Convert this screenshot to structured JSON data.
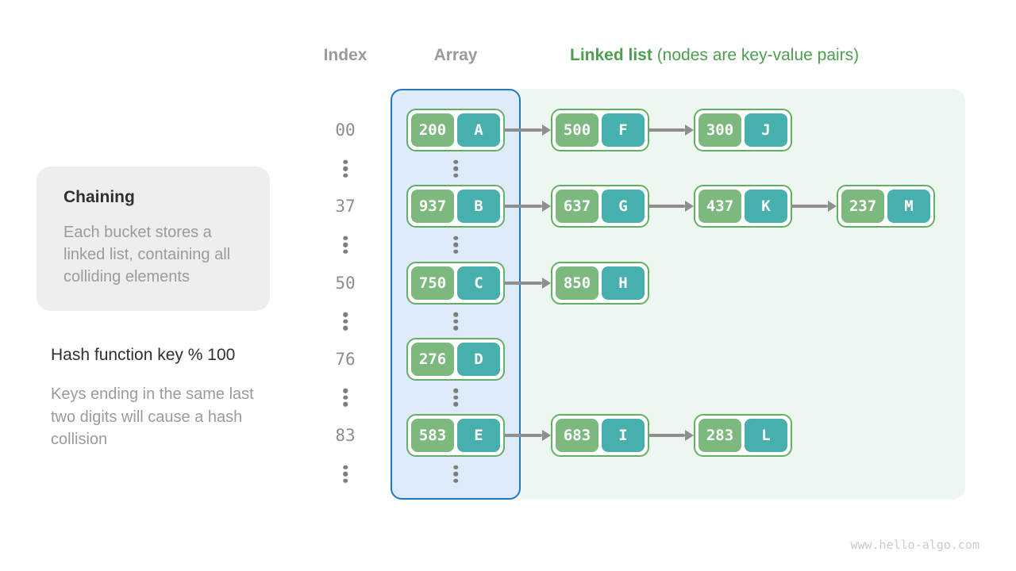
{
  "header": {
    "index_label": "Index",
    "array_label": "Array",
    "linked_list_label": "Linked list",
    "linked_list_note": " (nodes are key-value pairs)"
  },
  "info_panel": {
    "title": "Chaining",
    "body": "Each bucket stores a linked list, containing all colliding elements",
    "hash_function": "Hash function key % 100",
    "note": "Keys ending in the same last two digits will cause a hash collision"
  },
  "buckets": [
    {
      "index": "00",
      "nodes": [
        {
          "key": "200",
          "value": "A"
        },
        {
          "key": "500",
          "value": "F"
        },
        {
          "key": "300",
          "value": "J"
        }
      ]
    },
    {
      "index": "37",
      "nodes": [
        {
          "key": "937",
          "value": "B"
        },
        {
          "key": "637",
          "value": "G"
        },
        {
          "key": "437",
          "value": "K"
        },
        {
          "key": "237",
          "value": "M"
        }
      ]
    },
    {
      "index": "50",
      "nodes": [
        {
          "key": "750",
          "value": "C"
        },
        {
          "key": "850",
          "value": "H"
        }
      ]
    },
    {
      "index": "76",
      "nodes": [
        {
          "key": "276",
          "value": "D"
        }
      ]
    },
    {
      "index": "83",
      "nodes": [
        {
          "key": "583",
          "value": "E"
        },
        {
          "key": "683",
          "value": "I"
        },
        {
          "key": "283",
          "value": "L"
        }
      ]
    }
  ],
  "watermark": "www.hello-algo.com",
  "colors": {
    "key_box": "#7db97f",
    "value_box": "#47afac",
    "node_border": "#63af66",
    "array_fill": "#dcebf7",
    "array_border": "#1d79c4",
    "linked_fill": "#eef7ef",
    "header_green": "#4d9e50",
    "text_dark": "#303030",
    "text_gray": "#9b9b9b",
    "mono_gray": "#8d8d8d",
    "arrow_gray": "#8f8f8f",
    "panel_fill": "#eeeeee",
    "watermark_gray": "#cbcbcb",
    "dot_gray": "#7d7d7d"
  }
}
